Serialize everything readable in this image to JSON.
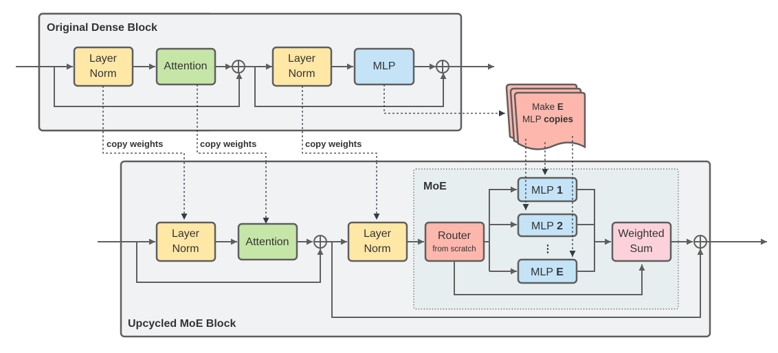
{
  "colors": {
    "block_bg": "#f1f2f4",
    "moe_bg": "#e7eeef",
    "stroke": "#5e5e5e",
    "layernorm": "#ffe8a6",
    "attention": "#c6e6a8",
    "mlp": "#c4e3f6",
    "router": "#fdb7ad",
    "weighted_sum": "#fbd2dc",
    "copies": "#fdb7ad",
    "dashed": "#333b44"
  },
  "dense_block": {
    "title": "Original Dense Block",
    "layernorm1": [
      "Layer",
      "Norm"
    ],
    "attention": "Attention",
    "layernorm2": [
      "Layer",
      "Norm"
    ],
    "mlp": "MLP"
  },
  "copies_node": {
    "line1_prefix": "Make ",
    "line1_bold": "E",
    "line2_prefix": "MLP ",
    "line2_bold": "copies"
  },
  "copy_labels": [
    "copy weights",
    "copy weights",
    "copy weights"
  ],
  "moe_block": {
    "title": "Upcycled MoE Block",
    "layernorm1": [
      "Layer",
      "Norm"
    ],
    "attention": "Attention",
    "layernorm2": [
      "Layer",
      "Norm"
    ],
    "moe_title": "MoE",
    "router": "Router",
    "router_sub": "from scratch",
    "experts": [
      {
        "prefix": "MLP ",
        "index": "1"
      },
      {
        "prefix": "MLP ",
        "index": "2"
      },
      {
        "prefix": "MLP ",
        "index": "E"
      }
    ],
    "ellipsis": "⋮",
    "weighted_sum": [
      "Weighted",
      "Sum"
    ]
  },
  "symbols": {
    "add": "⊕"
  }
}
